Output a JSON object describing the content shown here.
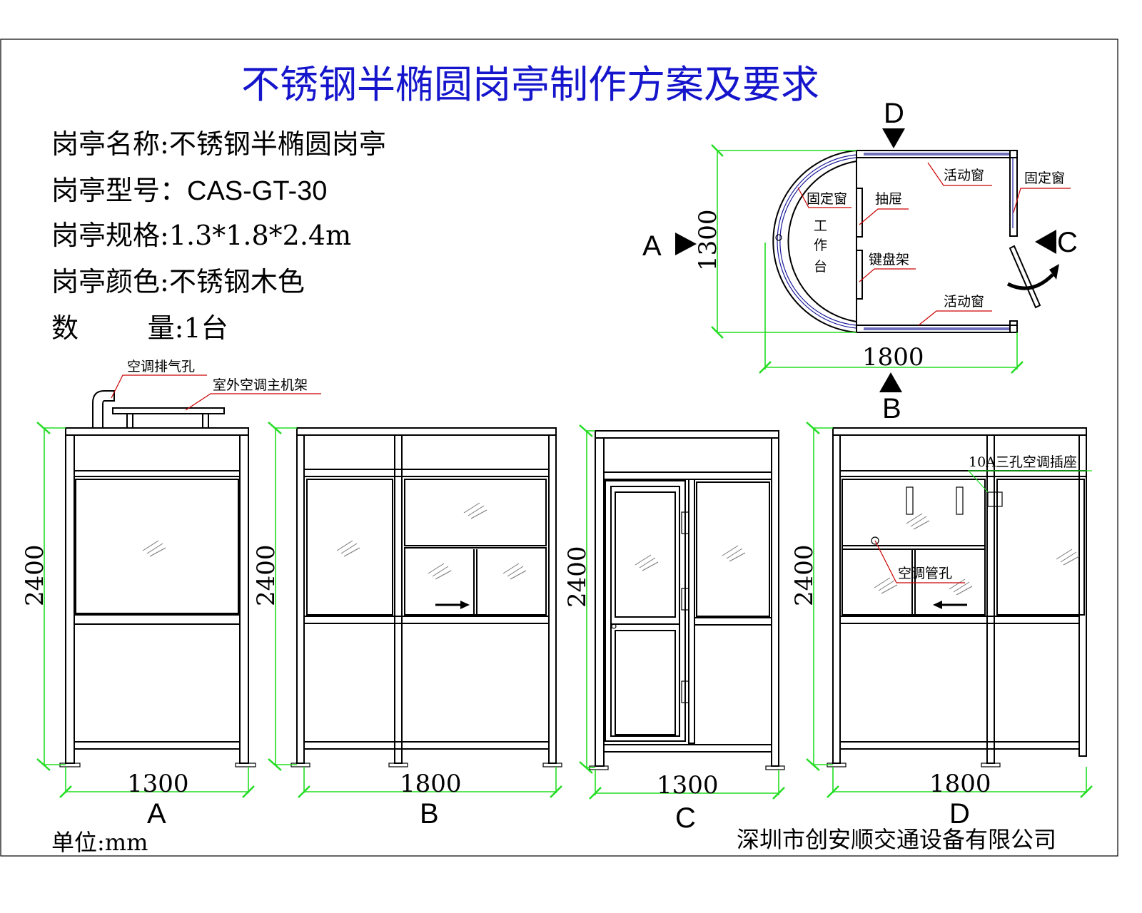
{
  "title": "不锈钢半椭圆岗亭制作方案及要求",
  "info": {
    "name_label": "岗亭名称:",
    "name_value": "不锈钢半椭圆岗亭",
    "model_label": "岗亭型号：",
    "model_value": "CAS-GT-30",
    "spec_label": "岗亭规格:",
    "spec_value": "1.3*1.8*2.4m",
    "color_label": "岗亭颜色:",
    "color_value": "不锈钢木色",
    "qty_label": "数        量:",
    "qty_value": "1台"
  },
  "plan": {
    "view_d": "D",
    "view_a": "A",
    "view_b": "B",
    "view_c": "C",
    "dim_height": "1300",
    "dim_width": "1800",
    "fixed_window_left": "固定窗",
    "fixed_window_right": "固定窗",
    "sliding_window_top": "活动窗",
    "sliding_window_bottom": "活动窗",
    "drawer": "抽屉",
    "keyboard_rack": "键盘架",
    "workbench_1": "工",
    "workbench_2": "作",
    "workbench_3": "台"
  },
  "elevations": [
    {
      "view": "A",
      "width": "1300",
      "height": "2400"
    },
    {
      "view": "B",
      "width": "1800",
      "height": "2400"
    },
    {
      "view": "C",
      "width": "1300",
      "height": "2400"
    },
    {
      "view": "D",
      "width": "1800",
      "height": "2400"
    }
  ],
  "callouts": {
    "ac_exhaust": "空调排气孔",
    "ac_outdoor_rack": "室外空调主机架",
    "socket": "10A三孔空调插座",
    "ac_pipe_hole": "空调管孔"
  },
  "footer": {
    "unit": "单位:mm",
    "company": "深圳市创安顺交通设备有限公司"
  },
  "colors": {
    "title": "#1515cc",
    "dimension": "#22dd22",
    "leader": "#cc0000"
  }
}
